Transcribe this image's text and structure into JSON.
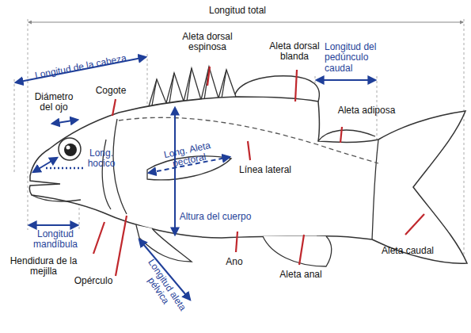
{
  "diagram": {
    "labels": [
      "Longitud total",
      "Aleta dorsal espinosa",
      "Aleta dorsal blanda",
      "Longitud del pedúnculo caudal",
      "Longitud de la cabeza",
      "Cogote",
      "Diámetro del ojo",
      "Aleta adiposa",
      "Long. hocico",
      "Long. Aleta pectoral",
      "Línea lateral",
      "Altura del cuerpo",
      "Longitud mandíbula",
      "Hendidura de la mejilla",
      "Ano",
      "Aleta anal",
      "Aleta caudal",
      "Opérculo",
      "Longitud aleta pélvica"
    ]
  }
}
